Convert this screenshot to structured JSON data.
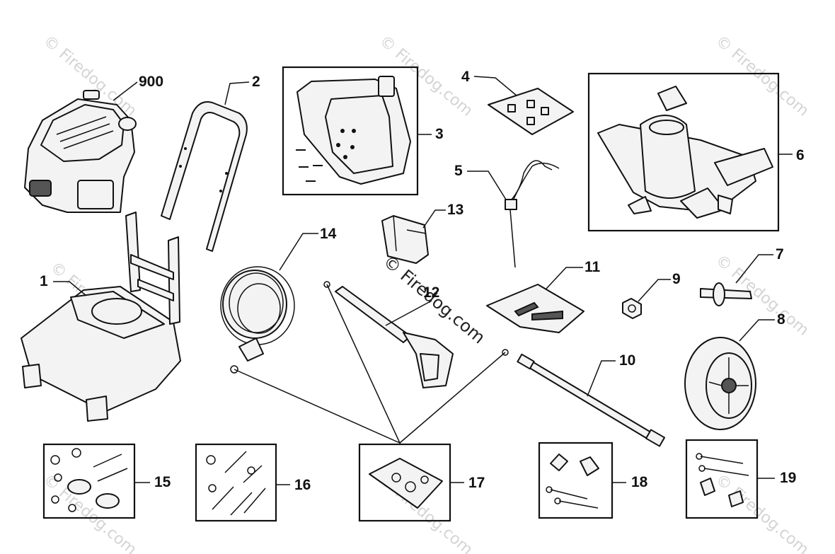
{
  "watermark": {
    "small_text": "© Firedog.com",
    "center_text": "© Firedog.com"
  },
  "callouts": {
    "c900": "900",
    "c1": "1",
    "c2": "2",
    "c3": "3",
    "c4": "4",
    "c5": "5",
    "c6": "6",
    "c7": "7",
    "c8": "8",
    "c9": "9",
    "c10": "10",
    "c11": "11",
    "c12": "12",
    "c13": "13",
    "c14": "14",
    "c15": "15",
    "c16": "16",
    "c17": "17",
    "c18": "18",
    "c19": "19"
  }
}
